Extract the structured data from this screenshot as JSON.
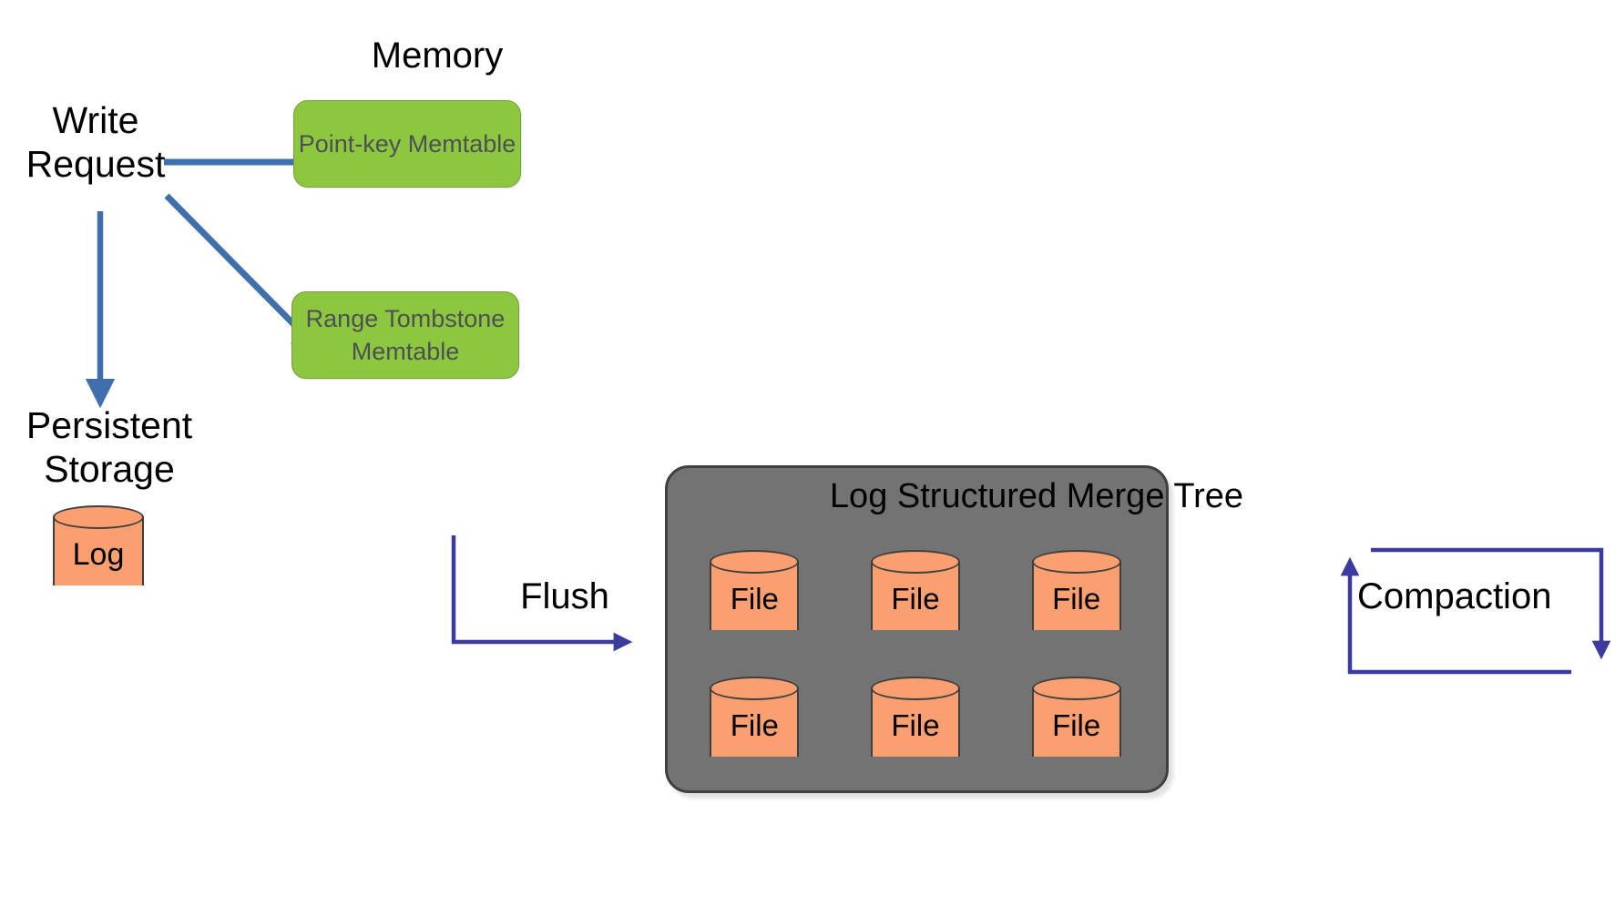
{
  "diagram": {
    "title": "Log Structured Merge Tree write path",
    "background": "#FFFFFF",
    "labels": {
      "memory": "Memory",
      "write_request": "Write\nRequest",
      "persistent_storage": "Persistent\nStorage",
      "flush": "Flush",
      "compaction": "Compaction",
      "lsm_title": "Log Structured Merge Tree"
    },
    "memtables": [
      {
        "name": "point-key-memtable",
        "label": "Point-key\nMemtable",
        "fill": "#8DC63F",
        "text_color": "#4C5154"
      },
      {
        "name": "range-tombstone-memtable",
        "label": "Range Tombstone\nMemtable",
        "fill": "#8DC63F",
        "text_color": "#4C5154"
      }
    ],
    "storage": {
      "log_cylinder_label": "Log",
      "cylinder_fill": "#FAA070",
      "cylinder_stroke": "#3F3F3F"
    },
    "lsm_tree": {
      "fill": "#737373",
      "stroke": "#3F3F3F",
      "files": [
        {
          "label": "File"
        },
        {
          "label": "File"
        },
        {
          "label": "File"
        },
        {
          "label": "File"
        },
        {
          "label": "File"
        },
        {
          "label": "File"
        }
      ]
    },
    "arrows": {
      "color_thick": "#3F6FAD",
      "color_thin": "#3B3B9E",
      "items": [
        {
          "name": "write-to-point-key-memtable",
          "from": "Write Request",
          "to": "Point-key Memtable"
        },
        {
          "name": "write-to-range-tombstone-memtable",
          "from": "Write Request",
          "to": "Range Tombstone Memtable"
        },
        {
          "name": "write-to-persistent-storage",
          "from": "Write Request",
          "to": "Persistent Storage"
        },
        {
          "name": "flush-to-lsm-tree",
          "from": "Memory",
          "to": "Log Structured Merge Tree",
          "label": "Flush"
        },
        {
          "name": "compaction-loop",
          "from": "Log Structured Merge Tree",
          "to": "Log Structured Merge Tree",
          "label": "Compaction"
        }
      ]
    }
  }
}
